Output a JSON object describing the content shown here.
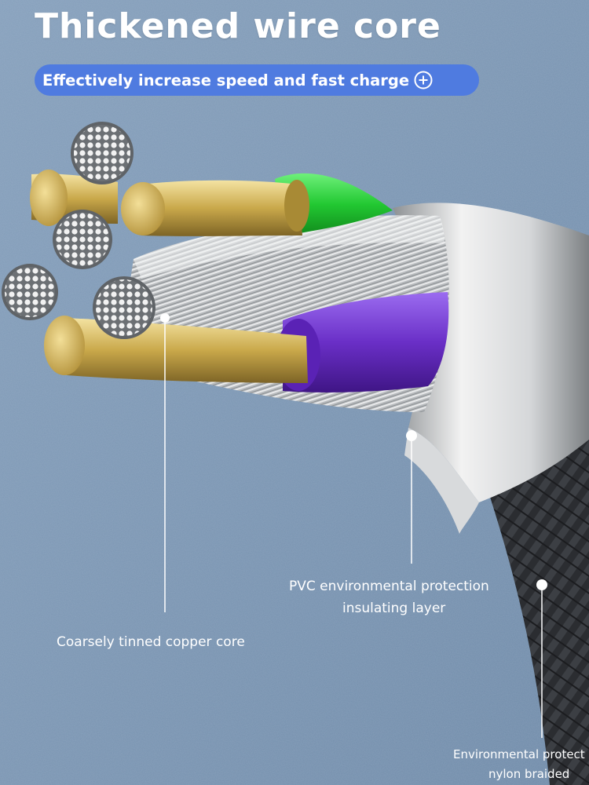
{
  "heading": {
    "title": "Thickened wire core",
    "subtitle": "Effectively increase speed and fast charge"
  },
  "annotations": {
    "copper_core": "Coarsely tinned copper core",
    "pvc_line1": "PVC environmental protection",
    "pvc_line2": "insulating layer",
    "nylon_line1": "Environmental protect",
    "nylon_line2": "nylon braided"
  },
  "icons": {
    "subtitle_icon": "plus-circle-icon"
  },
  "colors": {
    "background": "#7c97b4",
    "pill": "#4f7be0",
    "text": "#ffffff",
    "gold": "#c9a84a",
    "green": "#22c832",
    "purple": "#6a2fc7",
    "silver": "#cfd2d4",
    "braid": "#2b2d31"
  }
}
